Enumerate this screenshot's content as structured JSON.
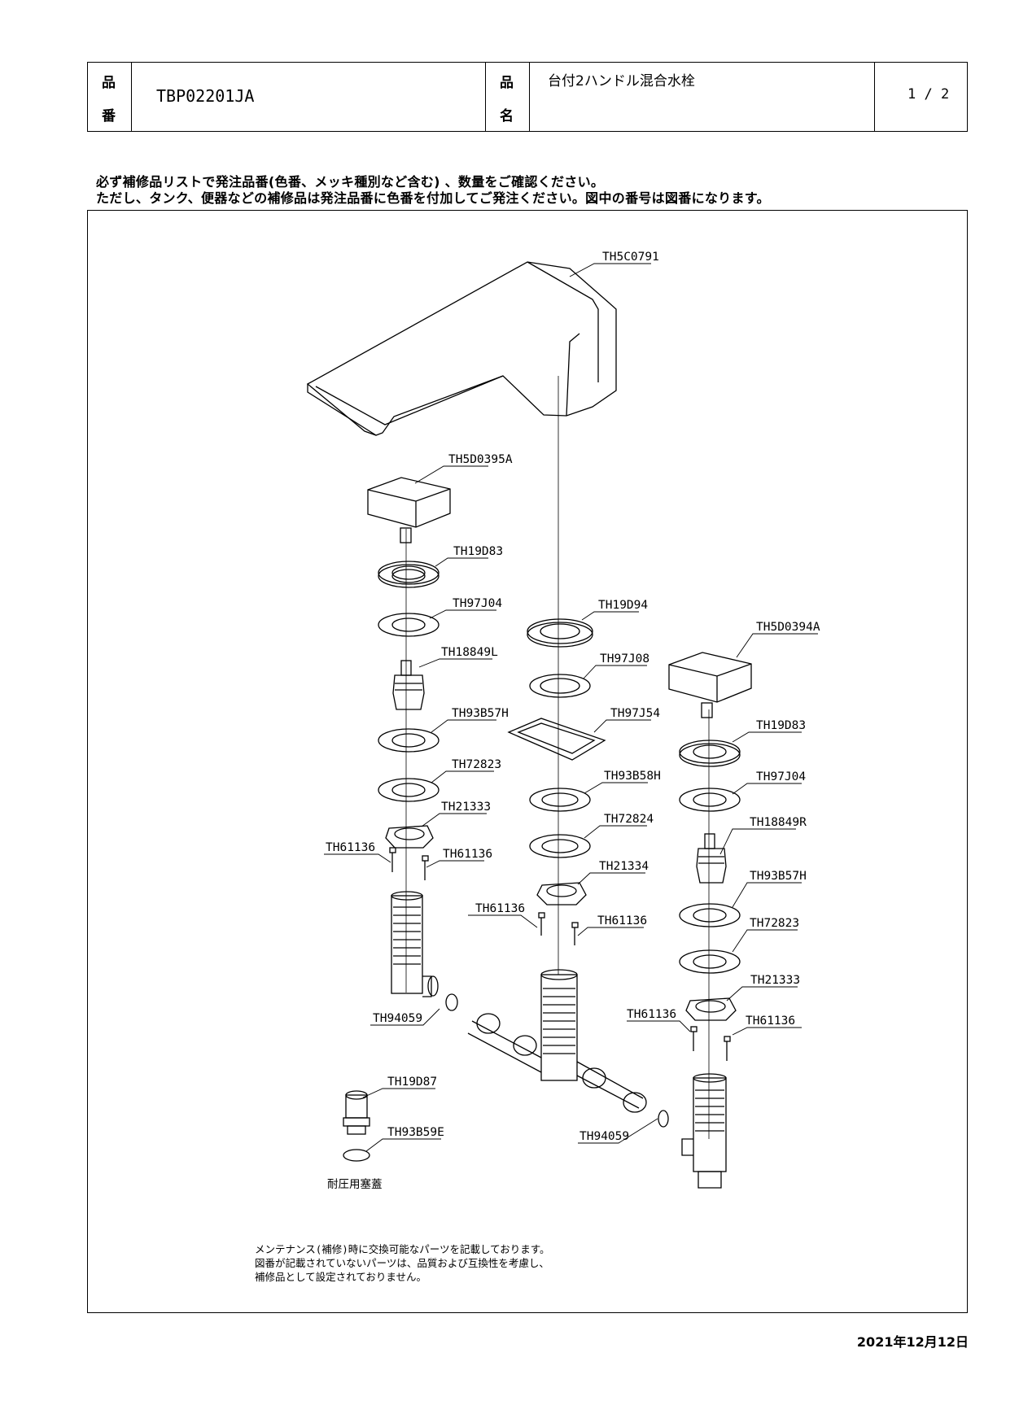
{
  "header": {
    "part_no_label_1": "品",
    "part_no_label_2": "番",
    "part_no": "TBP02201JA",
    "name_label_1": "品",
    "name_label_2": "名",
    "name": "台付2ハンドル混合水栓",
    "page": "1 / 2"
  },
  "notes": {
    "line1": "必ず補修品リストで発注品番(色番、メッキ種別など含む) 、数量をご確認ください。",
    "line2": "ただし、タンク、便器などの補修品は発注品番に色番を付加してご発注ください。図中の番号は図番になります。"
  },
  "diagram": {
    "labels": {
      "spout": "TH5C0791",
      "handle_left": "TH5D0395A",
      "nut_left": "TH19D83",
      "washer_left": "TH97J04",
      "cartridge_left": "TH18849L",
      "ring_left": "TH93B57H",
      "gasket_left": "TH72823",
      "flange_left": "TH21333",
      "screw_left_a": "TH61136",
      "screw_left_b": "TH61136",
      "union_left": "TH94059",
      "nut_center": "TH19D94",
      "washer_center": "TH97J08",
      "gasket_center": "TH97J54",
      "ring_center": "TH93B58H",
      "gasket2_center": "TH72824",
      "flange_center": "TH21334",
      "screw_center_a": "TH61136",
      "screw_center_b": "TH61136",
      "handle_right": "TH5D0394A",
      "nut_right": "TH19D83",
      "washer_right": "TH97J04",
      "cartridge_right": "TH18849R",
      "ring_right": "TH93B57H",
      "gasket_right": "TH72823",
      "flange_right": "TH21333",
      "screw_right_a": "TH61136",
      "screw_right_b": "TH61136",
      "union_right": "TH94059",
      "plug": "TH19D87",
      "plug_oring": "TH93B59E",
      "plug_caption": "耐圧用塞蓋"
    },
    "footnote_1": "メンテナンス(補修)時に交換可能なパーツを記載しております。",
    "footnote_2": "図番が記載されていないパーツは、品質および互換性を考慮し、",
    "footnote_3": "補修品として設定されておりません。"
  },
  "date": "2021年12月12日"
}
